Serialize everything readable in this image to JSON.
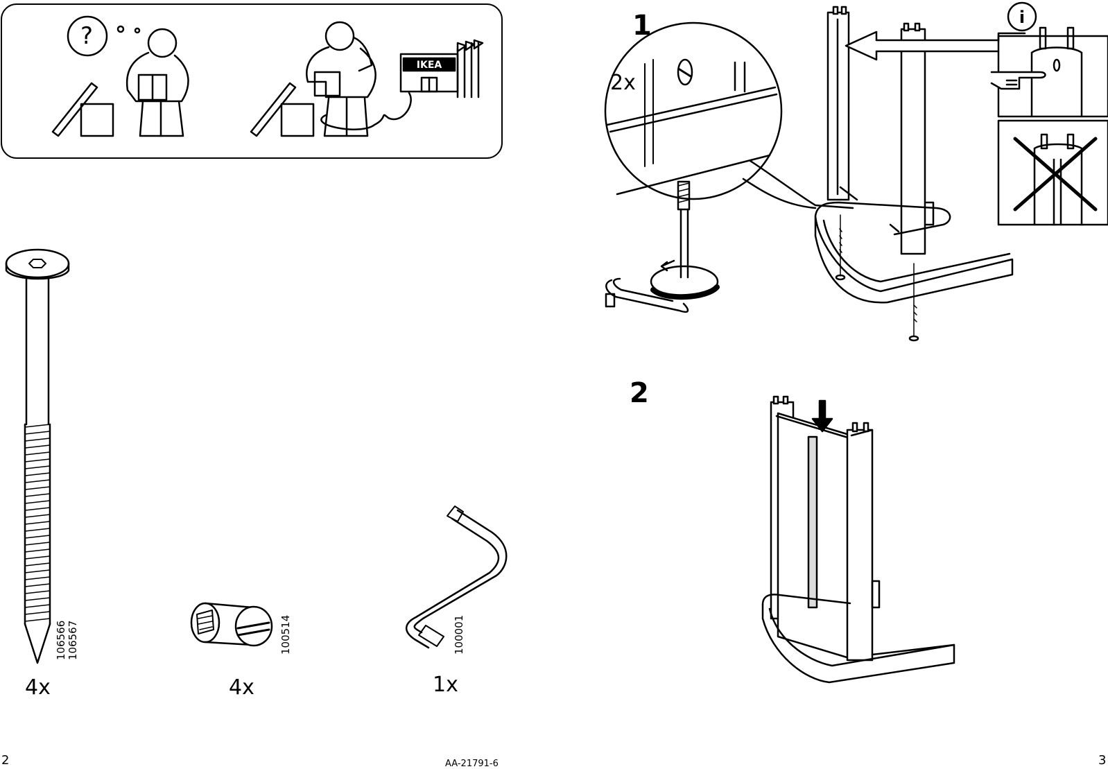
{
  "info_panel": {
    "store_sign": "IKEA",
    "question_mark": "?",
    "info_symbol": "i"
  },
  "parts": [
    {
      "quantity": "4x",
      "article_numbers": [
        "106566",
        "106567"
      ],
      "icon": "bolt-icon"
    },
    {
      "quantity": "4x",
      "article_numbers": [
        "100514"
      ],
      "icon": "barrel-nut-icon"
    },
    {
      "quantity": "1x",
      "article_numbers": [
        "100001"
      ],
      "icon": "allen-key-icon"
    }
  ],
  "steps": [
    {
      "number": "1",
      "detail_quantity": "2x"
    },
    {
      "number": "2"
    }
  ],
  "footer": {
    "left_page": "2",
    "doc_code": "AA-21791-6",
    "right_page": "3"
  }
}
